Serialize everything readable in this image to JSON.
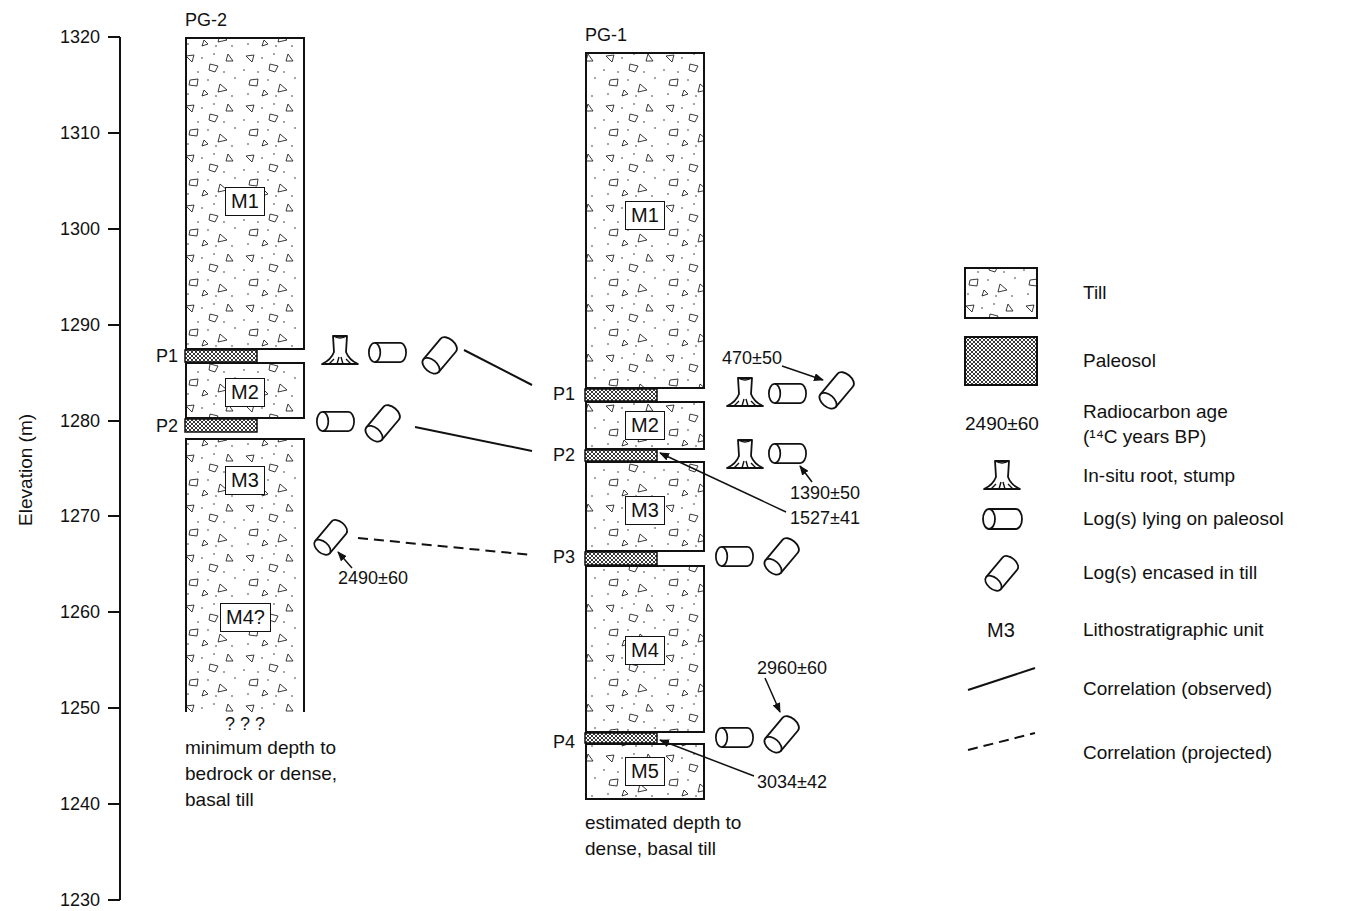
{
  "diagram": {
    "nodes": [
      {
        "text": [
          "PG-2"
        ]
      },
      {
        "text": [
          "M1"
        ],
        "in": 0
      },
      {
        "text": [
          "M2"
        ],
        "in": 0
      },
      {
        "text": [
          "M3"
        ],
        "in": 0
      },
      {
        "text": [
          "M4?"
        ],
        "in": 0
      },
      {
        "text": [
          "PG-1"
        ]
      },
      {
        "text": [
          "M1"
        ],
        "in": 5
      },
      {
        "text": [
          "M2"
        ],
        "in": 5
      },
      {
        "text": [
          "M3"
        ],
        "in": 5
      },
      {
        "text": [
          "M4"
        ],
        "in": 5
      },
      {
        "text": [
          "M5"
        ],
        "in": 5
      }
    ],
    "labels": [
      "1320",
      "1310",
      "1300",
      "1290",
      "1280",
      "1270",
      "1260",
      "1250",
      "1240",
      "1230",
      "Elevation (m)",
      "P1",
      "P2",
      "2490±60",
      "? ? ?",
      "minimum depth to bedrock or dense, basal till",
      "P1",
      "P2",
      "P3",
      "P4",
      "470±50",
      "1390±50",
      "1527±41",
      "2960±60",
      "3034±42",
      "estimated depth to dense, basal till",
      "2490±60",
      "M3"
    ],
    "legend": [
      {
        "text": "Till"
      },
      {
        "text": "Paleosol"
      },
      {
        "text": "Radiocarbon age (¹⁴C years BP)"
      },
      {
        "text": "In-situ root, stump"
      },
      {
        "text": "Log(s) lying on paleosol"
      },
      {
        "text": "Log(s) encased in till"
      },
      {
        "text": "Lithostratigraphic unit"
      },
      {
        "text": "Correlation (observed)"
      },
      {
        "text": "Correlation (projected)"
      }
    ]
  }
}
